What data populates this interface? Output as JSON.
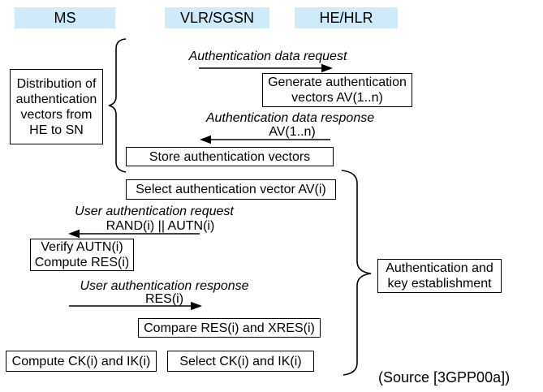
{
  "entities": {
    "ms": "MS",
    "vlr_sgsn": "VLR/SGSN",
    "he_hlr": "HE/HLR"
  },
  "messages": {
    "auth_data_request": {
      "label": "Authentication data request",
      "direction": "right"
    },
    "auth_data_response": {
      "label": "Authentication data response",
      "param": "AV(1..n)",
      "direction": "left"
    },
    "user_auth_request": {
      "label": "User authentication request",
      "param": "RAND(i) || AUTN(i)",
      "direction": "left"
    },
    "user_auth_response": {
      "label": "User authentication response",
      "param": "RES(i)",
      "direction": "right"
    }
  },
  "boxes": {
    "distribution": {
      "lines": [
        "Distribution of",
        "authentication",
        "vectors from",
        "HE to SN"
      ]
    },
    "generate": {
      "lines": [
        "Generate authentication",
        "vectors AV(1..n)"
      ]
    },
    "store": {
      "lines": [
        "Store authentication vectors"
      ]
    },
    "select_av": {
      "lines": [
        "Select authentication vector AV(i)"
      ]
    },
    "verify": {
      "lines": [
        "Verify AUTN(i)",
        "Compute RES(i)"
      ]
    },
    "auth_establishment": {
      "lines": [
        "Authentication and",
        "key establishment"
      ]
    },
    "compare": {
      "lines": [
        "Compare RES(i) and XRES(i)"
      ]
    },
    "compute_ck": {
      "lines": [
        "Compute CK(i) and IK(i)"
      ]
    },
    "select_ck": {
      "lines": [
        "Select CK(i) and IK(i)"
      ]
    }
  },
  "source_note": "(Source [3GPP00a])",
  "colors": {
    "entity_header_bg": "#CFEAF9",
    "line_color": "#000000"
  }
}
